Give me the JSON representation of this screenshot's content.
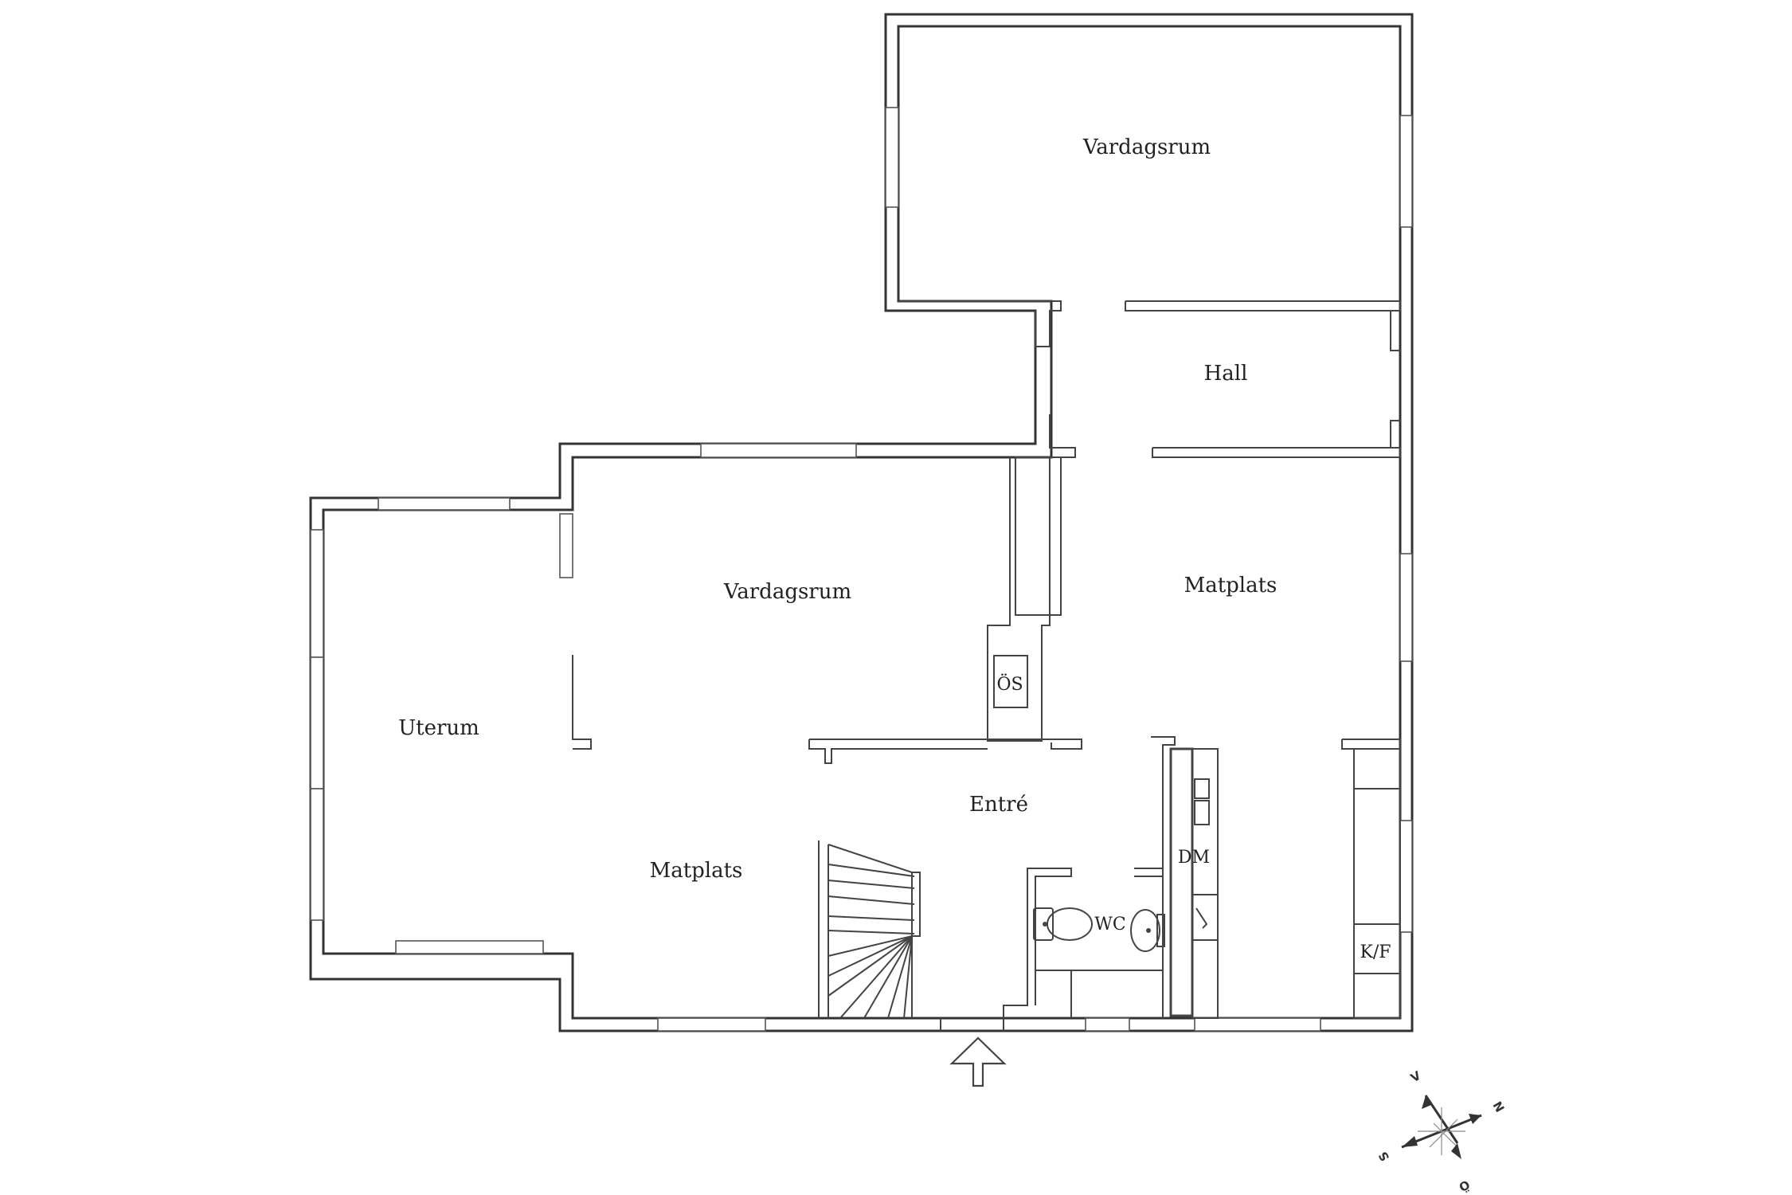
{
  "rooms": {
    "vardagsrum_upper": "Vardagsrum",
    "hall": "Hall",
    "vardagsrum_lower": "Vardagsrum",
    "matplats_right": "Matplats",
    "uterum": "Uterum",
    "oppen_spis": "ÖS",
    "entre": "Entré",
    "matplats_left": "Matplats",
    "diskmaskin": "DM",
    "wc": "WC",
    "kyl_frys": "K/F"
  },
  "compass": {
    "north": "N",
    "east": "Ö",
    "south": "S",
    "west": "V"
  },
  "entrance_arrow_icon": "up-arrow-icon"
}
